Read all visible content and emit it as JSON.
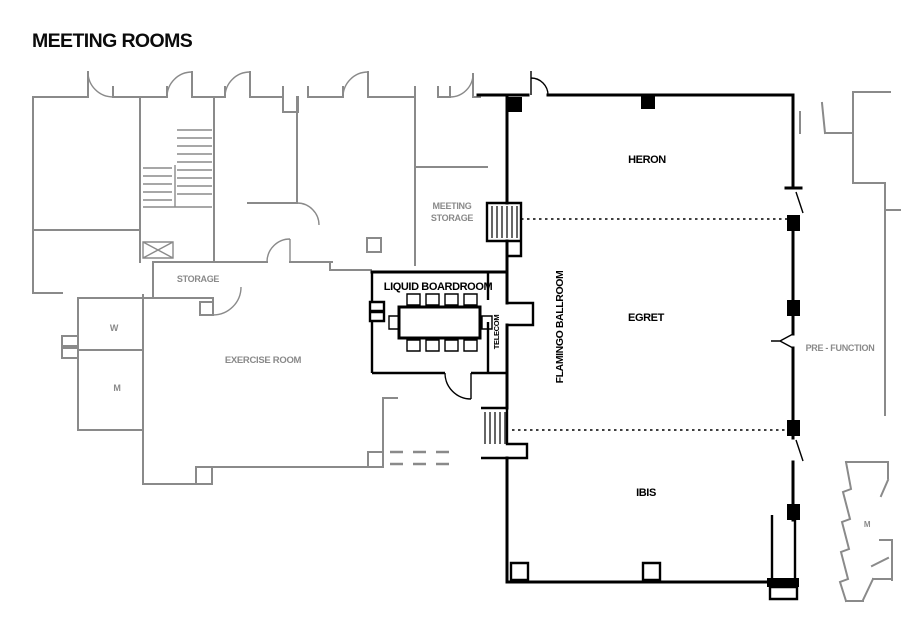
{
  "page": {
    "title": "MEETING ROOMS"
  },
  "colors": {
    "meeting_room_walls": "#000000",
    "back_of_house_walls": "#8a8a8a",
    "background": "#ffffff"
  },
  "labels": {
    "heron": "HERON",
    "egret": "EGRET",
    "ibis": "IBIS",
    "flamingo_ballroom": "FLAMINGO BALLROOM",
    "liquid_boardroom": "LIQUID BOARDROOM",
    "telecom": "TELECOM",
    "meeting_storage": {
      "line1": "MEETING",
      "line2": "STORAGE"
    },
    "storage": "STORAGE",
    "exercise_room": "EXERCISE ROOM",
    "pre_function": "PRE - FUNCTION",
    "restroom_w": "W",
    "restroom_m": "M",
    "restroom_m2": "M"
  }
}
